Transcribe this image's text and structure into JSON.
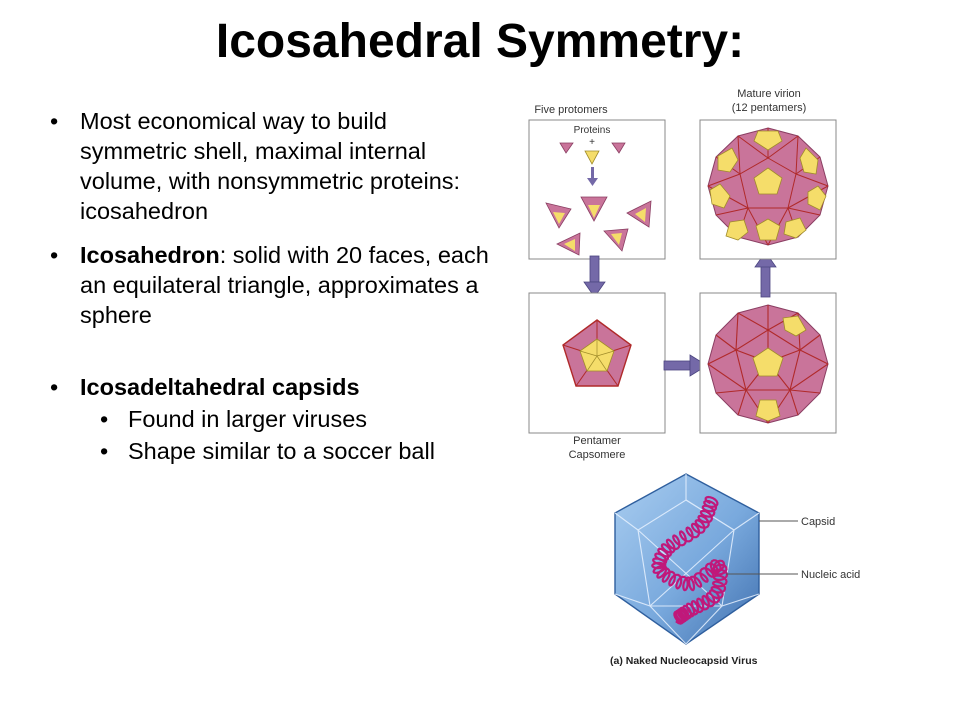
{
  "title": "Icosahedral Symmetry:",
  "bullets": {
    "b1": "Most economical way to build symmetric shell, maximal internal volume, with nonsymmetric proteins: icosahedron",
    "b2_term": "Icosahedron",
    "b2_rest": ": solid with 20 faces, each an equilateral triangle, approximates a sphere",
    "b3": "Icosadeltahedral capsids",
    "b3_sub": [
      "Found in larger viruses",
      "Shape similar to a soccer ball"
    ]
  },
  "figure_assembly": {
    "label_five_protomers": "Five protomers",
    "label_proteins": "Proteins",
    "label_plus": "+",
    "label_mature_line1": "Mature virion",
    "label_mature_line2": "(12 pentamers)",
    "label_pentamer_line1": "Pentamer",
    "label_pentamer_line2": "Capsomere"
  },
  "figure_virus": {
    "label_capsid": "Capsid",
    "label_nucleic": "Nucleic acid",
    "caption": "(a) Naked Nucleocapsid Virus"
  },
  "colors": {
    "pink_fill": "#c9749a",
    "yellow_fill": "#f5dd6a",
    "red_line": "#b02a2a",
    "arrow": "#7469a8",
    "capsid_blue": "#7fb0e0",
    "nucleic": "#c0187a"
  }
}
